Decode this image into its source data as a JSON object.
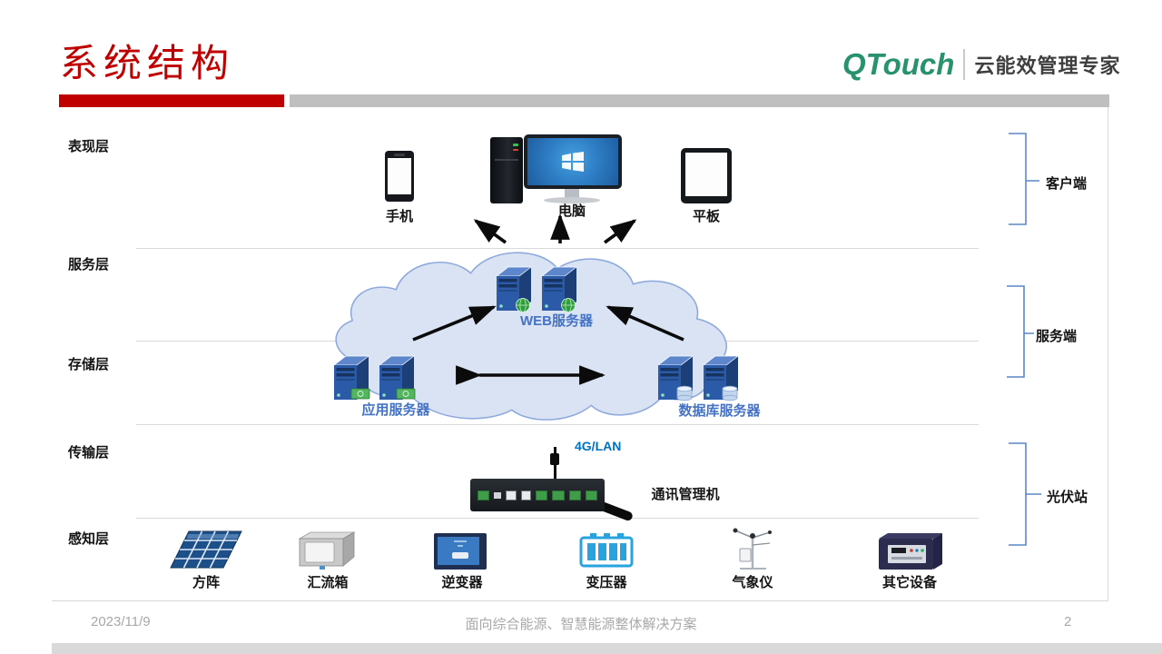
{
  "header": {
    "title": "系统结构",
    "brand": "QTouch",
    "tagline": "云能效管理专家"
  },
  "layers": {
    "presentation": "表现层",
    "service": "服务层",
    "storage": "存储层",
    "transmission": "传输层",
    "sensing": "感知层"
  },
  "client_devices": {
    "phone": "手机",
    "computer": "电脑",
    "tablet": "平板"
  },
  "cloud": {
    "web_server": "WEB服务器",
    "app_server": "应用服务器",
    "db_server": "数据库服务器"
  },
  "transmission_items": {
    "network": "4G/LAN",
    "gateway": "通讯管理机"
  },
  "sensing_devices": {
    "array": "方阵",
    "combiner": "汇流箱",
    "inverter": "逆变器",
    "transformer": "变压器",
    "weather": "气象仪",
    "other": "其它设备"
  },
  "brackets": {
    "client": "客户端",
    "server": "服务端",
    "pv_station": "光伏站"
  },
  "footer": {
    "date": "2023/11/9",
    "center": "面向综合能源、智慧能源整体解决方案",
    "page": "2"
  },
  "colors": {
    "accent_red": "#C00000",
    "brand_green": "#28926F",
    "label_blue": "#4472C4",
    "network_blue": "#0070C0"
  }
}
